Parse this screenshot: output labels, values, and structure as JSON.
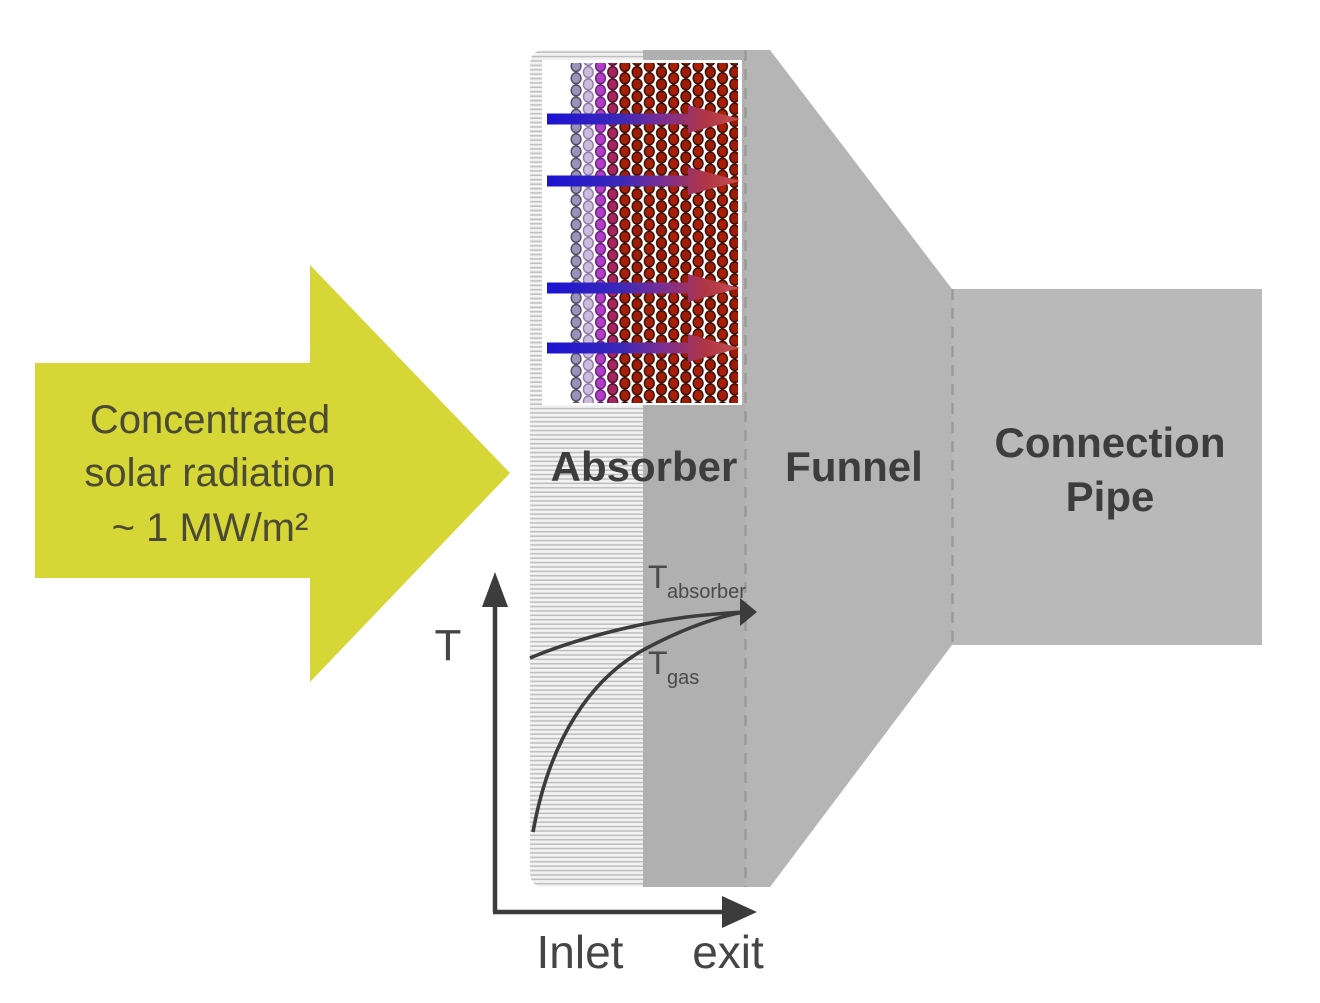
{
  "solar_arrow": {
    "line1": "Concentrated",
    "line2": "solar radiation",
    "line3": "~ 1 MW/m²"
  },
  "sections": {
    "absorber": "Absorber",
    "funnel": "Funnel",
    "connection_pipe_line1": "Connection",
    "connection_pipe_line2": "Pipe"
  },
  "graph": {
    "y_axis_label": "T",
    "x_start_label": "Inlet",
    "x_end_label": "exit",
    "curve_absorber_base": "T",
    "curve_absorber_sub": "absorber",
    "curve_gas_base": "T",
    "curve_gas_sub": "gas"
  },
  "inset": {
    "flow_arrow_count": 4
  },
  "colors": {
    "solar_yellow": "#d6d636",
    "solar_text": "#4b4b35",
    "absorber_strip_grey": "#b0b0b0",
    "funnel_grey": "#b5b5b5",
    "pipe_grey": "#b9b9b9",
    "dashed_line": "#9a9a9a",
    "hatch_bg": "#f2f2f2",
    "hatch_line": "#bdbdbd",
    "label_text": "#3d3d3d",
    "axis": "#3c3c3c",
    "flow_blue": "#1b13d2",
    "flow_purple": "#7b2f92",
    "flow_red": "#c65050",
    "particle_lavender_dark": "#9a92b8",
    "particle_lavender_light": "#cbbcdc",
    "particle_magenta": "#b23ec6",
    "particle_crimson": "#a3265e",
    "particle_red": "#a91e07"
  }
}
